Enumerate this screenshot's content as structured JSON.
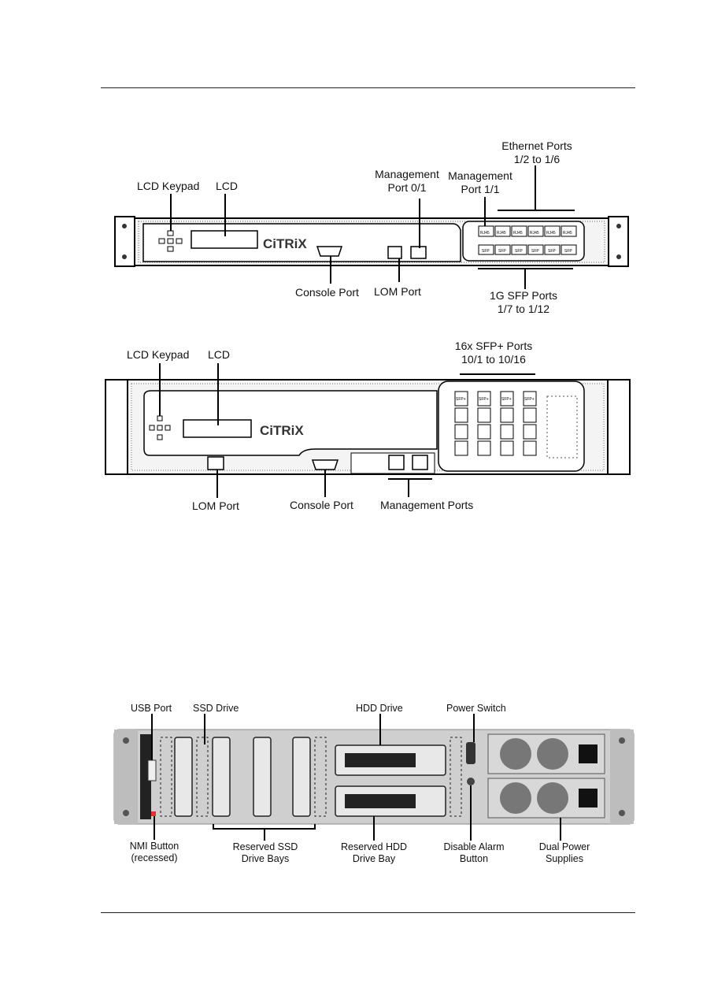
{
  "figure1": {
    "labels": {
      "lcd_keypad": "LCD Keypad",
      "lcd": "LCD",
      "mgmt01_line1": "Management",
      "mgmt01_line2": "Port 0/1",
      "mgmt11_line1": "Management",
      "mgmt11_line2": "Port 1/1",
      "eth_line1": "Ethernet Ports",
      "eth_line2": "1/2 to 1/6",
      "console": "Console Port",
      "lom": "LOM Port",
      "sfp_line1": "1G SFP Ports",
      "sfp_line2": "1/7 to 1/12"
    },
    "brand": "CiTRiX",
    "rj45_label": "RJ45",
    "sfp_label": "SFP"
  },
  "figure2": {
    "labels": {
      "lcd_keypad": "LCD Keypad",
      "lcd": "LCD",
      "sfpplus_line1": "16x SFP+ Ports",
      "sfpplus_line2": "10/1 to 10/16",
      "lom": "LOM Port",
      "console": "Console Port",
      "mgmt": "Management Ports"
    },
    "brand": "CiTRiX",
    "port_label": "SFP+"
  },
  "figure3": {
    "labels": {
      "usb": "USB Port",
      "ssd": "SSD Drive",
      "hdd": "HDD Drive",
      "power_switch": "Power Switch",
      "nmi_line1": "NMI Button",
      "nmi_line2": "(recessed)",
      "reserved_ssd_line1": "Reserved SSD",
      "reserved_ssd_line2": "Drive Bays",
      "reserved_hdd_line1": "Reserved HDD",
      "reserved_hdd_line2": "Drive Bay",
      "disable_alarm_line1": "Disable Alarm",
      "disable_alarm_line2": "Button",
      "dual_power_line1": "Dual Power",
      "dual_power_line2": "Supplies"
    }
  }
}
